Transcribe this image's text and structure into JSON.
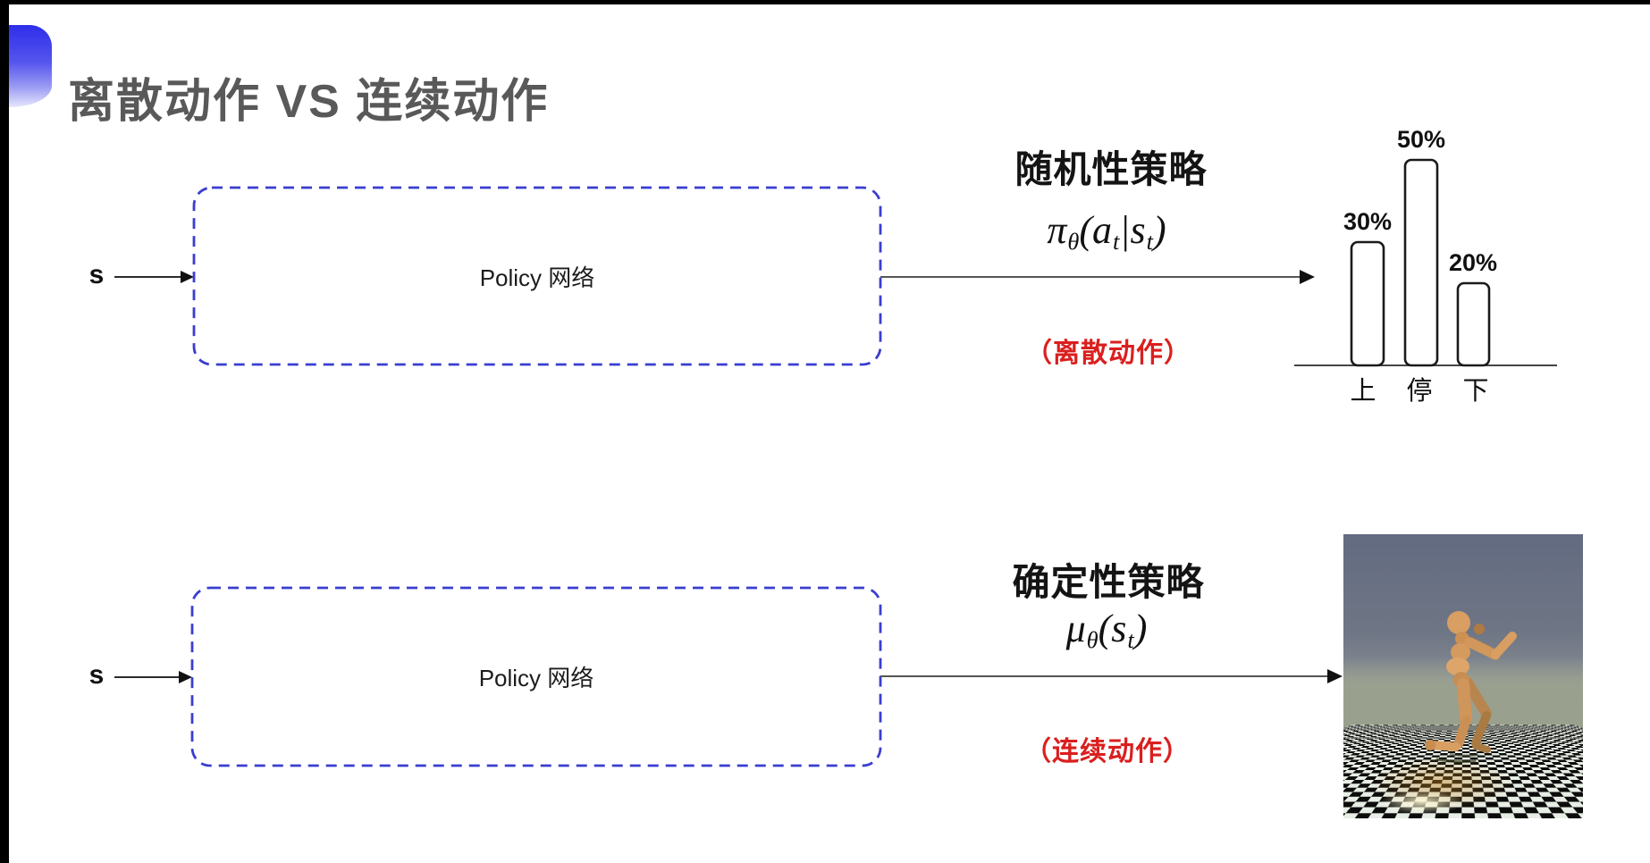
{
  "header": {
    "title": "离散动作 VS 连续动作"
  },
  "rows": {
    "top": {
      "input_label": "s",
      "box_label": "Policy 网络",
      "policy_title": "随机性策略",
      "action_note": "（离散动作）",
      "formula": {
        "fn": "π",
        "fn_sub": "θ",
        "open": "(",
        "arg1": "a",
        "arg1_sub": "t",
        "sep": "|",
        "arg2": "s",
        "arg2_sub": "t",
        "close": ")"
      }
    },
    "bottom": {
      "input_label": "s",
      "box_label": "Policy 网络",
      "policy_title": "确定性策略",
      "action_note": "（连续动作）",
      "formula": {
        "fn": "μ",
        "fn_sub": "θ",
        "open": "(",
        "arg1": "s",
        "arg1_sub": "t",
        "close": ")"
      }
    }
  },
  "chart_data": {
    "type": "bar",
    "categories": [
      "上",
      "停",
      "下"
    ],
    "values": [
      30,
      50,
      20
    ],
    "value_labels": [
      "30%",
      "50%",
      "20%"
    ],
    "title": "",
    "xlabel": "",
    "ylabel": "",
    "ylim": [
      0,
      60
    ],
    "grid": false,
    "legend": false,
    "bar_fill": "#ffffff",
    "bar_stroke": "#1a1a1a"
  },
  "colors": {
    "accent_blue": "#3a3ecf",
    "note_red": "#da1f1f",
    "title_gray": "#595959"
  }
}
